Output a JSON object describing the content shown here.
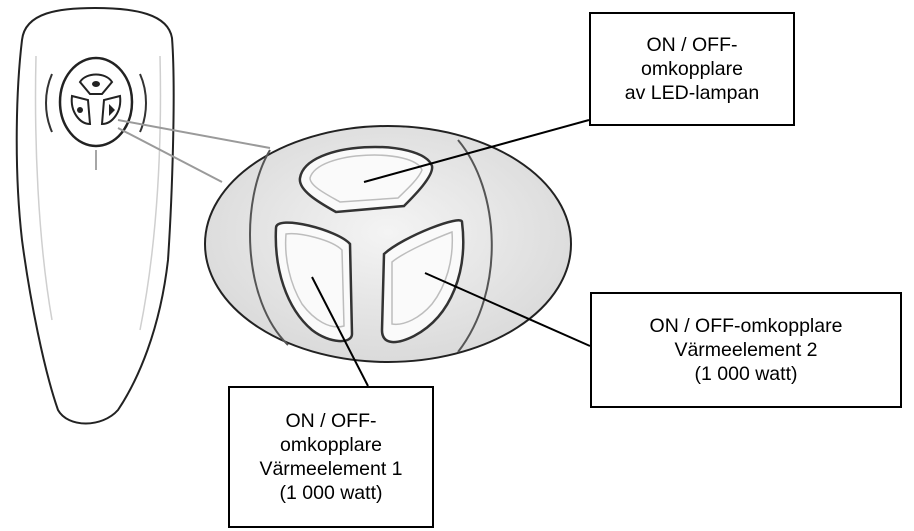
{
  "labels": {
    "led_switch": [
      "ON / OFF-",
      "omkopplare",
      "av LED-lampan"
    ],
    "heating_element_2": [
      "ON / OFF-omkopplare",
      "Värmeelement 2",
      "(1 000 watt)"
    ],
    "heating_element_1": [
      "ON / OFF-",
      "omkopplare",
      "Värmeelement 1",
      "(1 000 watt)"
    ]
  },
  "icons": {
    "remote": "remote-control-icon",
    "button_panel": "three-button-panel-icon"
  },
  "colors": {
    "line": "#000000",
    "background": "#ffffff"
  }
}
